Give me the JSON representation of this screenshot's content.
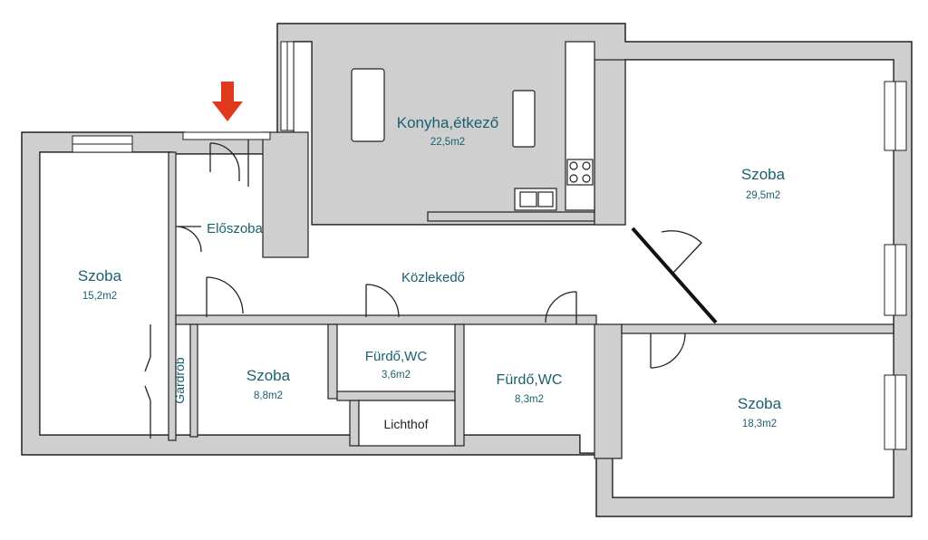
{
  "colors": {
    "wall_fill": "#cfcfcf",
    "wall_stroke": "#222222",
    "floor": "#ffffff",
    "label": "#1a5f6e",
    "entrance_arrow": "#e03a1e"
  },
  "rooms": {
    "kitchen": {
      "name": "Konyha,étkező",
      "area": "22,5m2"
    },
    "room_large_right": {
      "name": "Szoba",
      "area": "29,5m2"
    },
    "hall": {
      "name": "Előszoba"
    },
    "corridor": {
      "name": "Közlekedő"
    },
    "room_left": {
      "name": "Szoba",
      "area": "15,2m2"
    },
    "wardrobe": {
      "name": "Gardrób"
    },
    "room_small": {
      "name": "Szoba",
      "area": "8,8m2"
    },
    "bath_small": {
      "name": "Fürdő,WC",
      "area": "3,6m2"
    },
    "light_well": {
      "name": "Lichthof"
    },
    "bath_large": {
      "name": "Fürdő,WC",
      "area": "8,3m2"
    },
    "room_bottom_right": {
      "name": "Szoba",
      "area": "18,3m2"
    }
  },
  "icons": {
    "entrance": "entrance-arrow-icon"
  }
}
